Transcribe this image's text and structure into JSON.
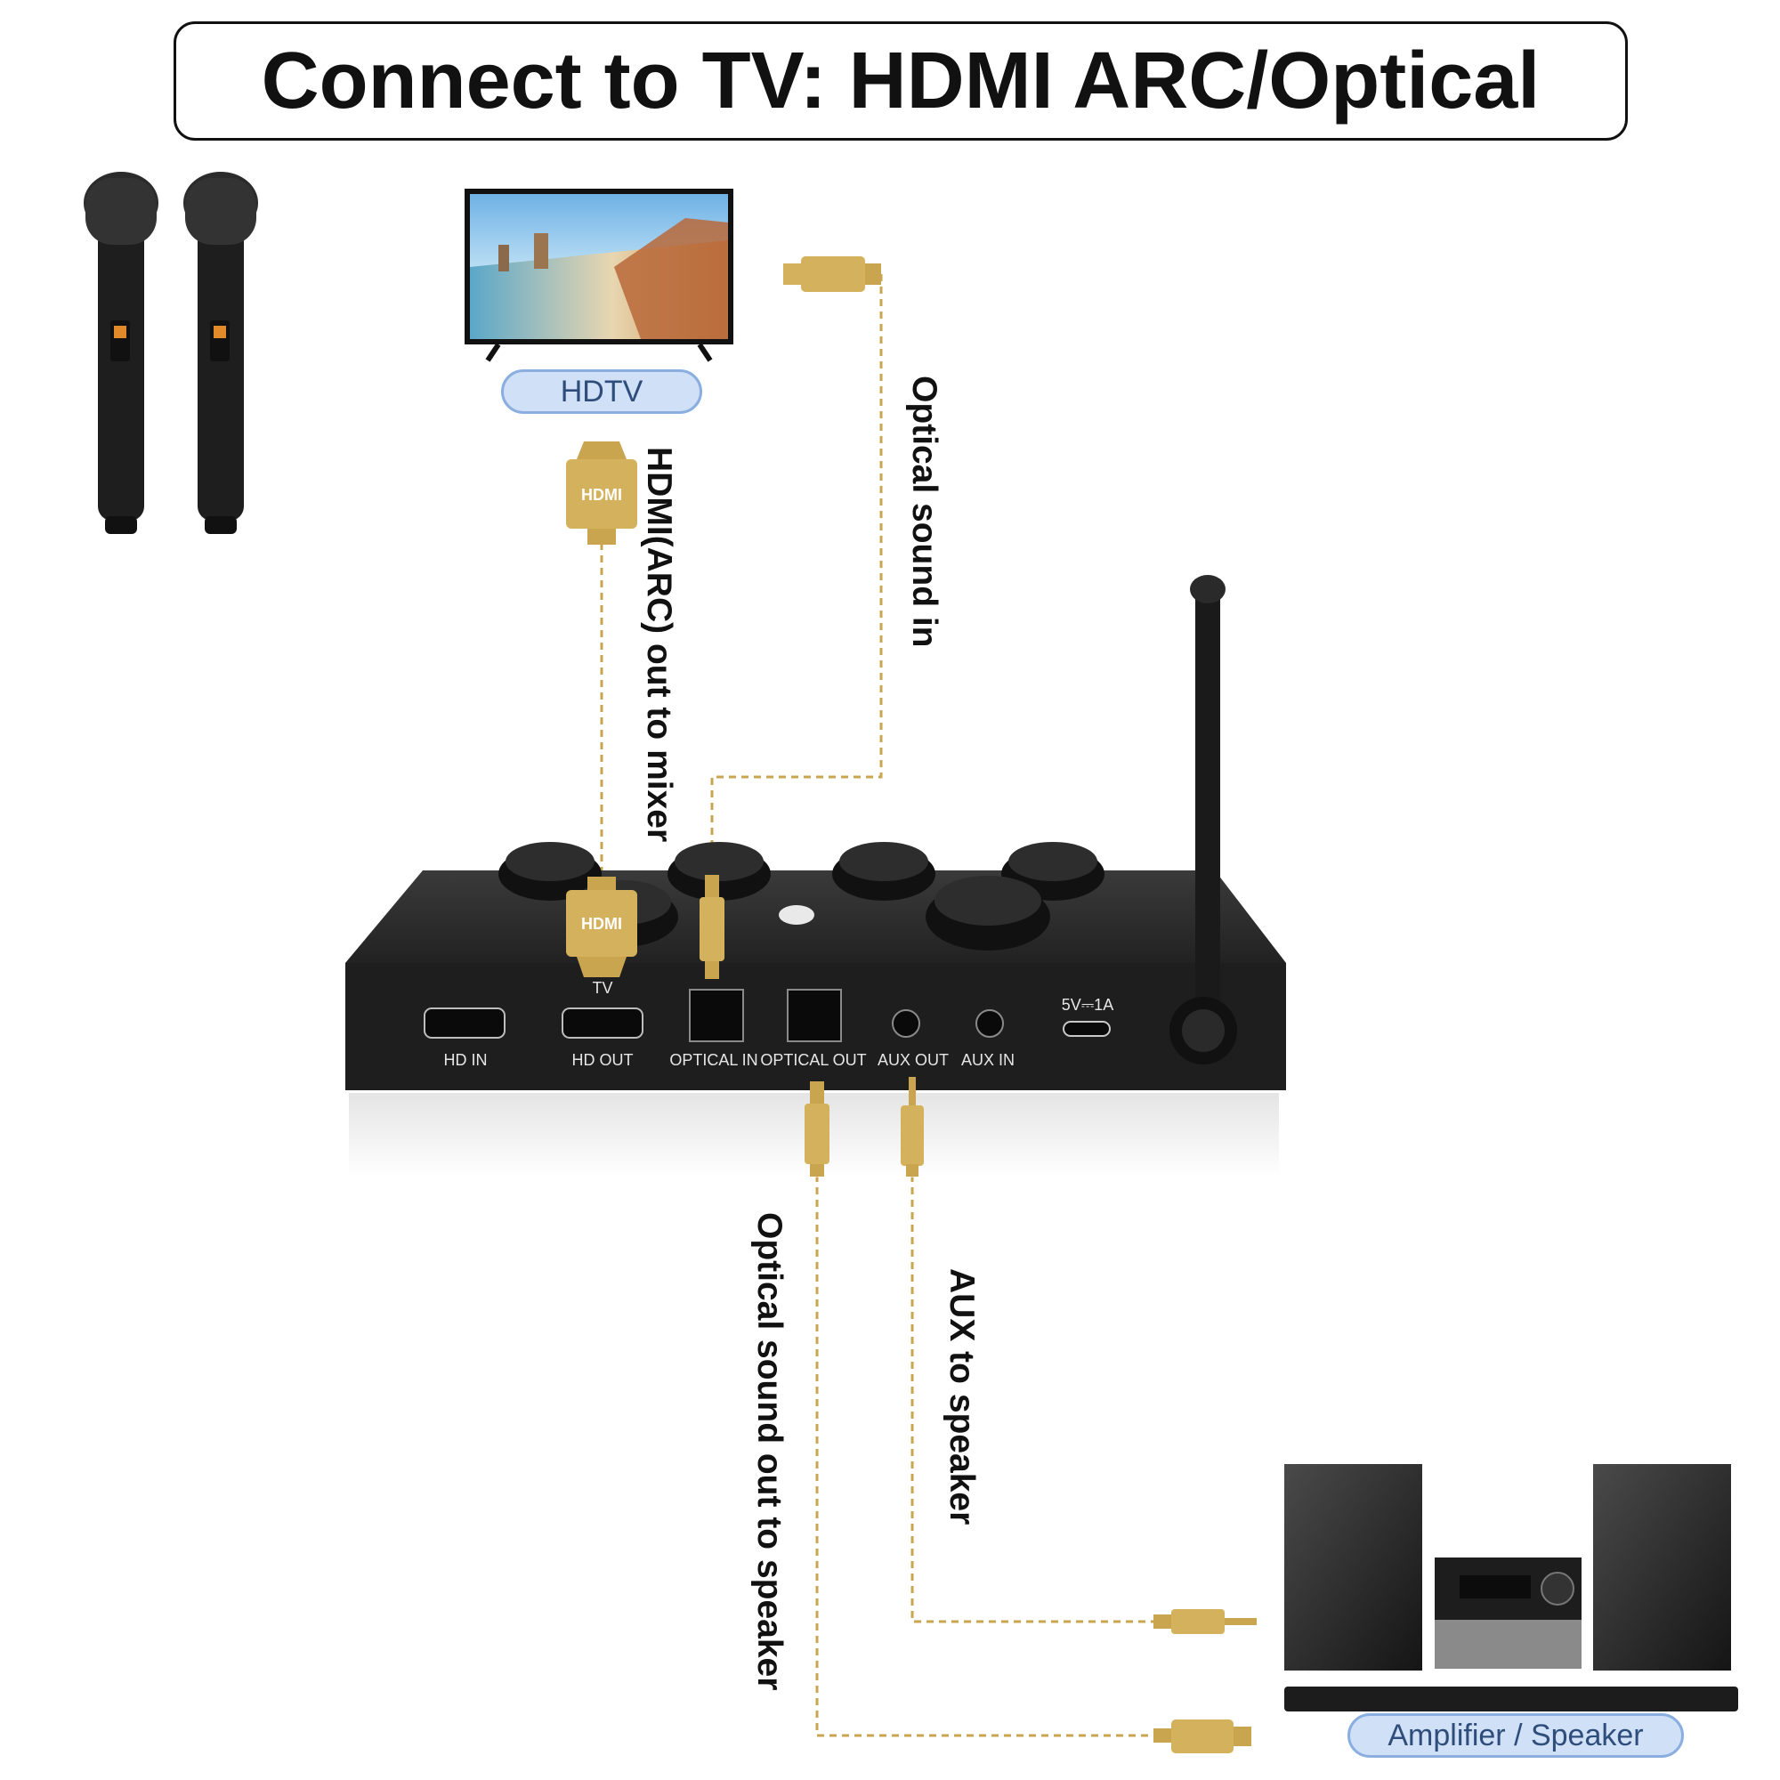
{
  "title": "Connect to TV: HDMI ARC/Optical",
  "devices": {
    "tv_label": "HDTV",
    "speaker_label": "Amplifier / Speaker"
  },
  "cable_labels": {
    "hdmi_arc": "HDMI(ARC) out to mixer",
    "optical_in": "Optical sound in",
    "optical_out": "Optical sound out to speaker",
    "aux_out": "AUX to speaker"
  },
  "connectors": {
    "hdmi_top": "HDMI",
    "hdmi_bottom": "HDMI"
  },
  "mixer_ports": {
    "hd_in": "HD IN",
    "hd_out": "HD OUT",
    "tv": "TV",
    "optical_in": "OPTICAL IN",
    "optical_out": "OPTICAL OUT",
    "aux_out": "AUX OUT",
    "aux_in": "AUX IN",
    "power": "5V⎓1A"
  },
  "colors": {
    "cable_gold": "#c9a550",
    "connector_gold": "#d4b15c",
    "pill_fill": "#cfe0f7",
    "pill_border": "#8aaee0",
    "device_black": "#1e1e1e"
  }
}
